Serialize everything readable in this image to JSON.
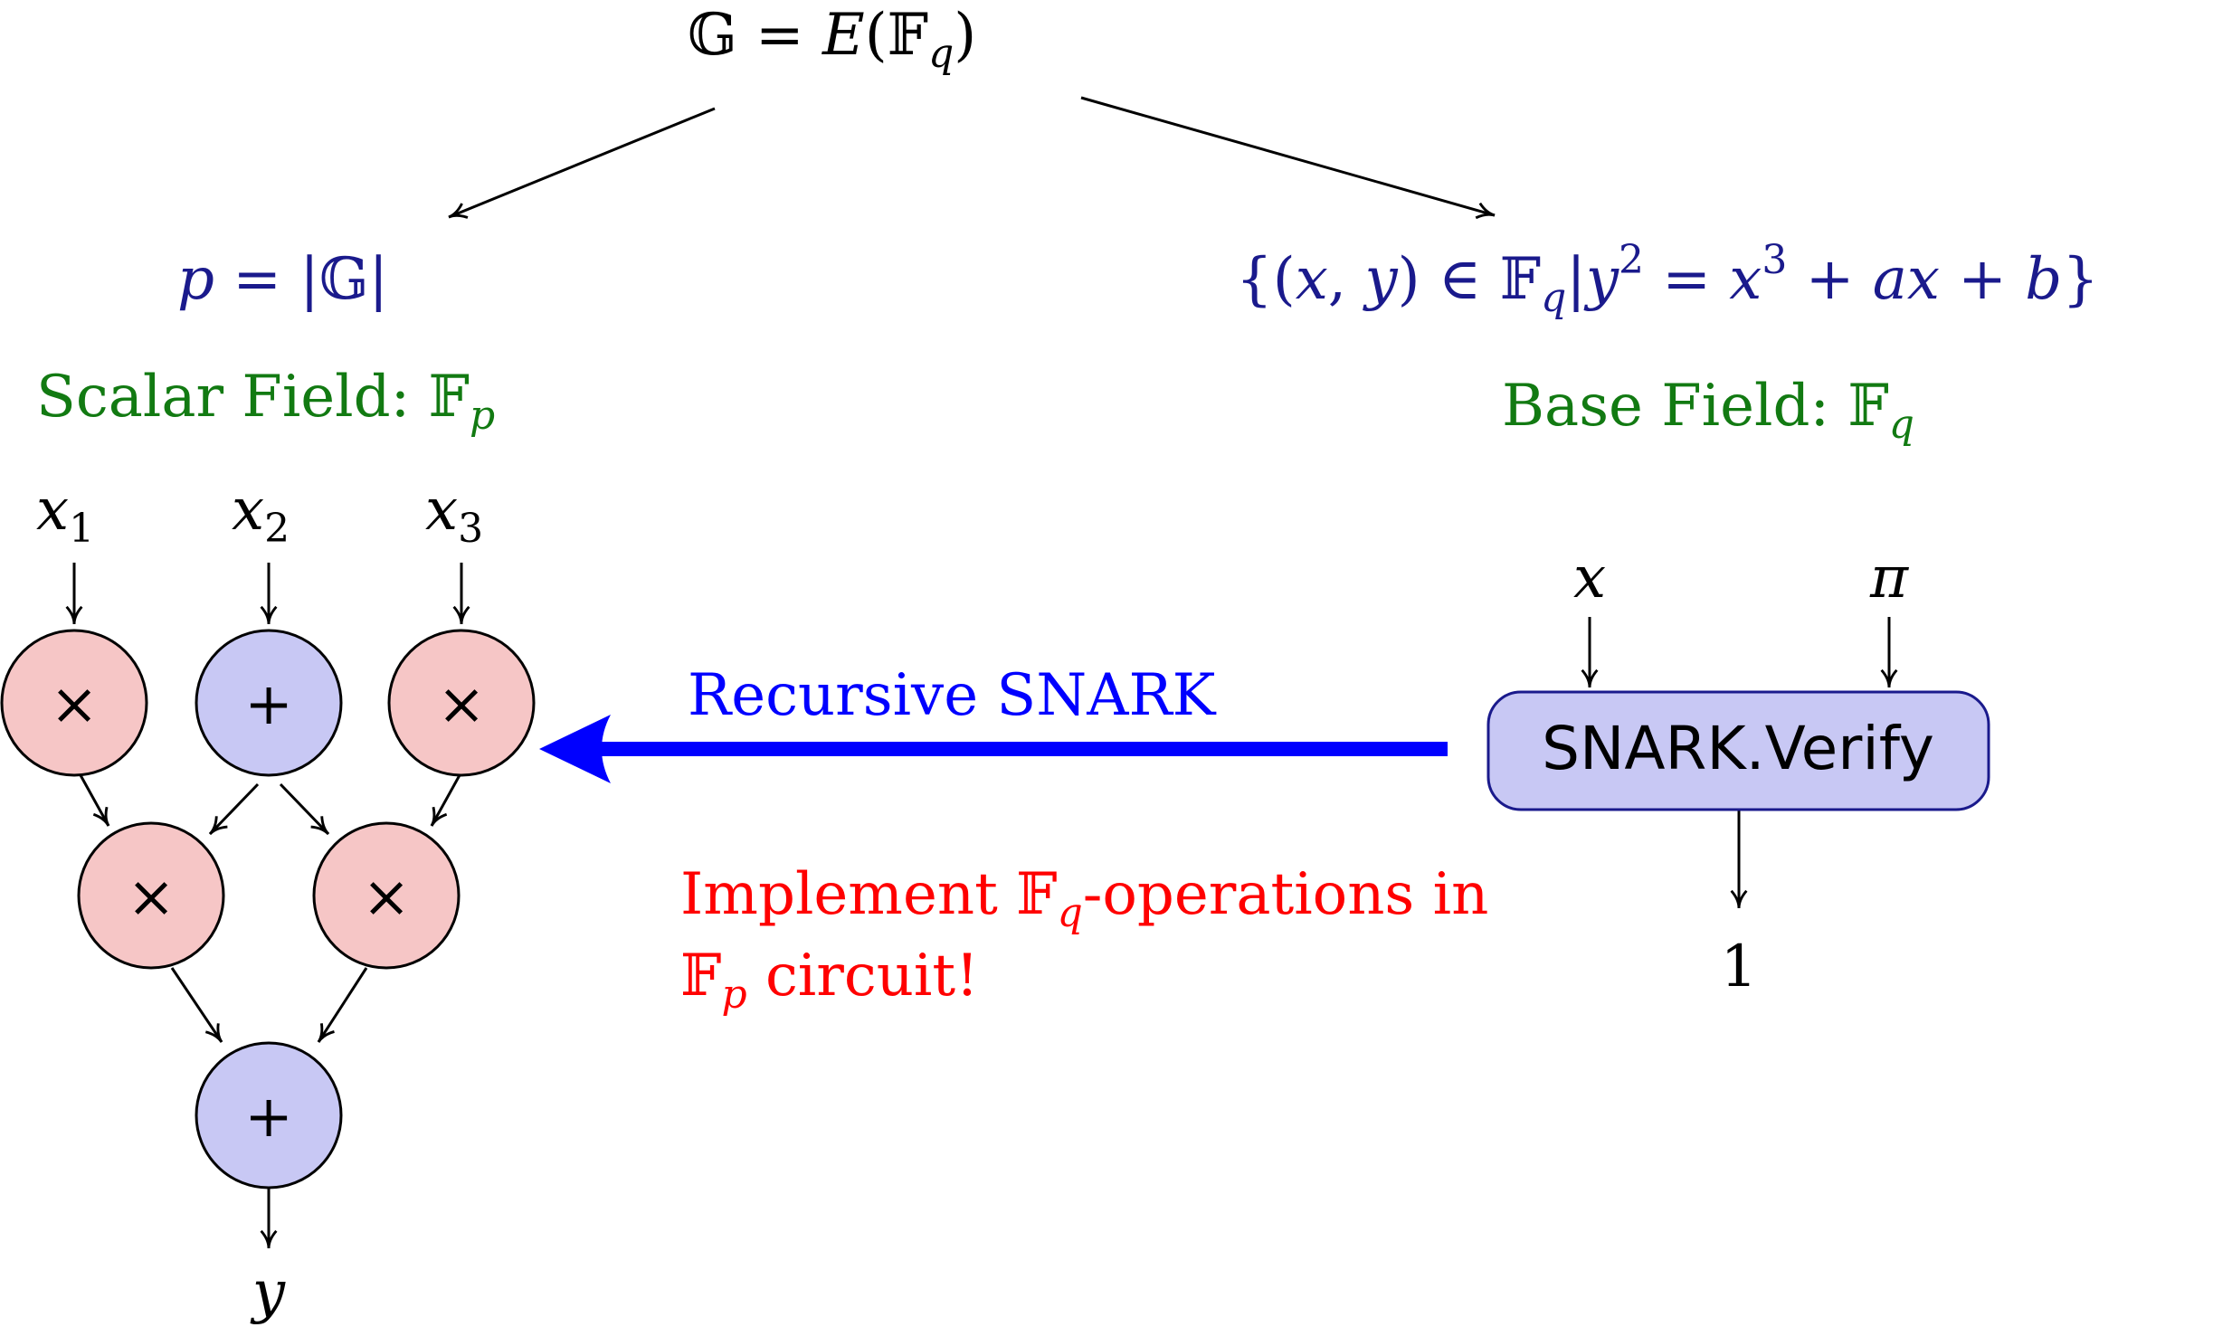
{
  "colors": {
    "ink": "#000000",
    "navy": "#1a1a8c",
    "green": "#127a12",
    "blue": "#0000ff",
    "red": "#ff0000",
    "mul_fill": "#f6c6c6",
    "add_fill": "#c8c8f4",
    "verify_fill": "#c8c8f4"
  },
  "top_group": {
    "bb": "𝔾",
    "eq": " = ",
    "e": "E",
    "lp": "(",
    "fq": "𝔽",
    "q": "q",
    "rp": ")"
  },
  "left_branch": {
    "p": "p",
    "eq": " = |",
    "bb": "𝔾",
    "bar": "|"
  },
  "right_branch": {
    "lb": "{(",
    "x": "x",
    "comma": ", ",
    "y": "y",
    "in": ") ∈ ",
    "fq": "𝔽",
    "q": "q",
    "bar": "|",
    "y2": "y",
    "exp2": "2",
    "eq": " = ",
    "x3": "x",
    "exp3": "3",
    "plus1": " + ",
    "a": "a",
    "x1": "x",
    "plus2": " + ",
    "b": "b",
    "rb": "}"
  },
  "scalar_field": {
    "label": "Scalar Field: ",
    "ff": "𝔽",
    "sub": "p"
  },
  "base_field": {
    "label": "Base Field: ",
    "ff": "𝔽",
    "sub": "q"
  },
  "circuit": {
    "inputs": [
      {
        "var": "x",
        "sub": "1"
      },
      {
        "var": "x",
        "sub": "2"
      },
      {
        "var": "x",
        "sub": "3"
      }
    ],
    "gates": {
      "g1": "×",
      "g2": "+",
      "g3": "×",
      "g4": "×",
      "g5": "×",
      "g6": "+"
    },
    "output": "y"
  },
  "recursion": {
    "label": "Recursive SNARK",
    "note_line1_a": "Implement ",
    "note_line1_ff": "𝔽",
    "note_line1_sub": "q",
    "note_line1_b": "-operations in",
    "note_line2_ff": "𝔽",
    "note_line2_sub": "p",
    "note_line2_b": " circuit!"
  },
  "verifier": {
    "input_x": "x",
    "input_pi": "π",
    "box_label": "SNARK.Verify",
    "output": "1"
  }
}
